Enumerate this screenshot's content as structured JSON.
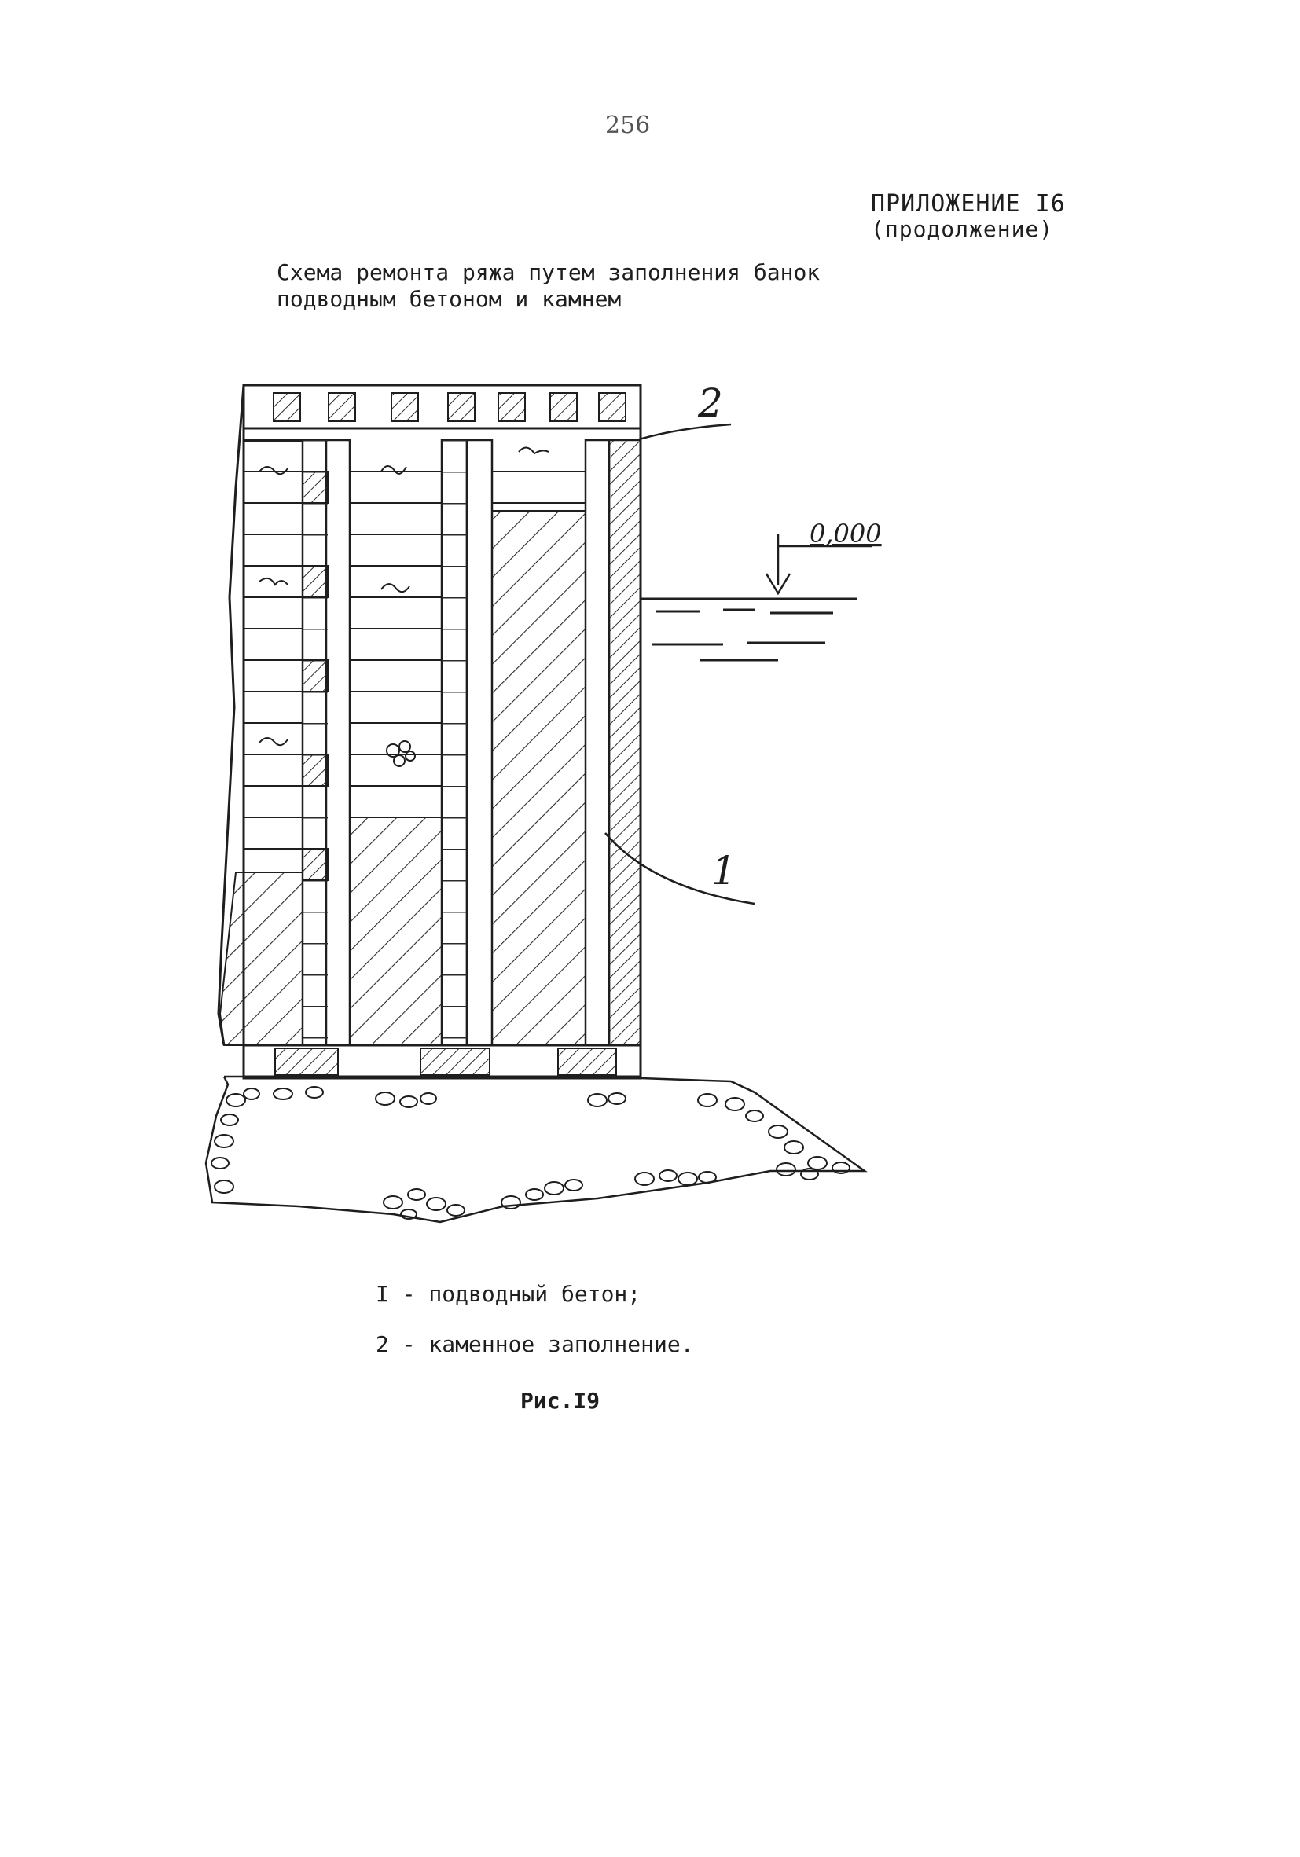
{
  "page_number": "256",
  "appendix": {
    "title": "ПРИЛОЖЕНИЕ I6",
    "subtitle": "(продолжение)"
  },
  "caption": {
    "line1": "Схема ремонта ряжа путем заполнения банок",
    "line2": "подводным бетоном и камнем"
  },
  "diagram": {
    "label_concrete": "1",
    "label_stone": "2",
    "level_mark": "0,000"
  },
  "legend": {
    "item1": "I - подводный бетон;",
    "item2": "2 - каменное заполнение."
  },
  "figure_label": "Рис.I9"
}
